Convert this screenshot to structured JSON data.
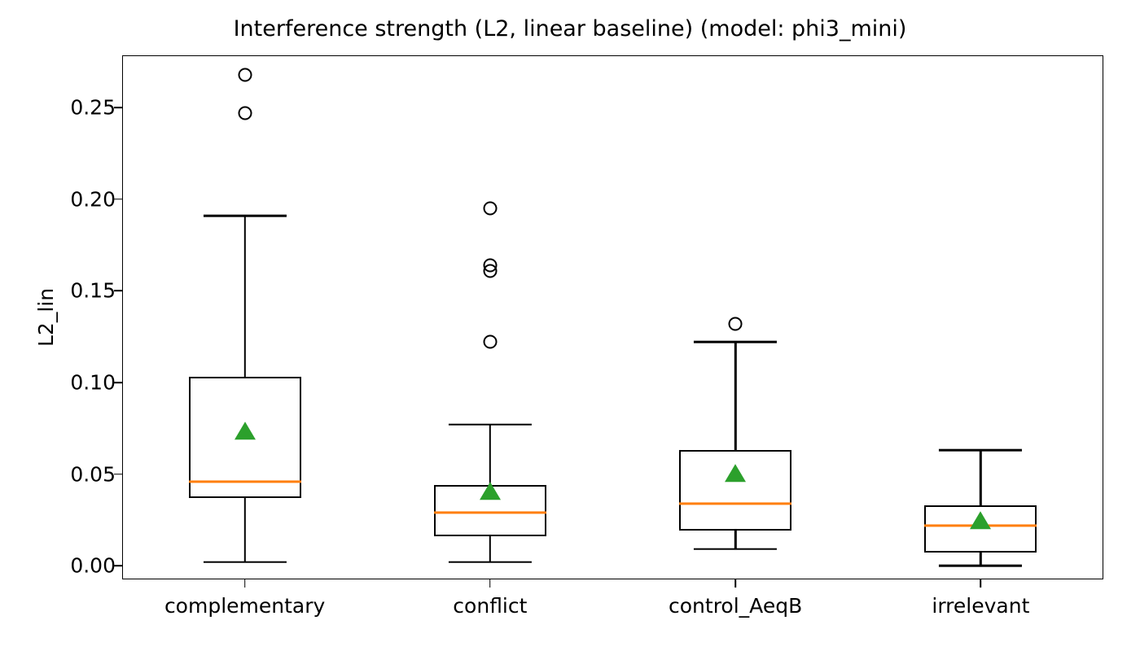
{
  "chart_data": {
    "type": "box",
    "title": "Interference strength (L2, linear baseline) (model: phi3_mini)",
    "xlabel": "",
    "ylabel": "L2_lin",
    "categories": [
      "complementary",
      "conflict",
      "control_AeqB",
      "irrelevant"
    ],
    "ytick_labels": [
      "0.00",
      "0.05",
      "0.10",
      "0.15",
      "0.20",
      "0.25"
    ],
    "yticks": [
      0.0,
      0.05,
      0.1,
      0.15,
      0.2,
      0.25
    ],
    "ylim": [
      -0.0075,
      0.2785
    ],
    "grid": false,
    "legend": null,
    "colors": {
      "median": "#ff7f0e",
      "mean_marker": "#2ca02c",
      "box_edge": "#000000",
      "whisker": "#000000",
      "flier_edge": "#000000",
      "background": "#ffffff"
    },
    "boxes": [
      {
        "label": "complementary",
        "whisker_low": 0.002,
        "q1": 0.037,
        "median": 0.046,
        "q3": 0.103,
        "whisker_high": 0.191,
        "mean": 0.073,
        "fliers": [
          0.268,
          0.247
        ]
      },
      {
        "label": "conflict",
        "whisker_low": 0.002,
        "q1": 0.016,
        "median": 0.029,
        "q3": 0.044,
        "whisker_high": 0.077,
        "mean": 0.04,
        "fliers": [
          0.195,
          0.164,
          0.161,
          0.122
        ]
      },
      {
        "label": "control_AeqB",
        "whisker_low": 0.009,
        "q1": 0.019,
        "median": 0.034,
        "q3": 0.063,
        "whisker_high": 0.122,
        "mean": 0.05,
        "fliers": [
          0.132
        ]
      },
      {
        "label": "irrelevant",
        "whisker_low": 0.0,
        "q1": 0.007,
        "median": 0.022,
        "q3": 0.033,
        "whisker_high": 0.063,
        "mean": 0.024,
        "fliers": []
      }
    ]
  }
}
